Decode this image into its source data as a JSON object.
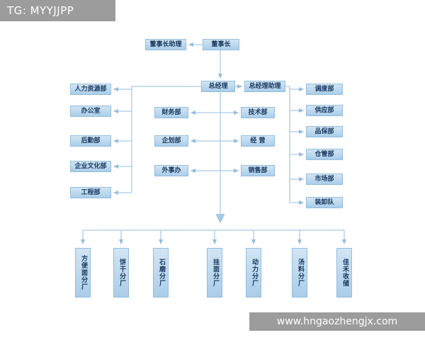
{
  "watermarks": {
    "top_left": "TG: MYYJJPP",
    "bottom_right": "www.hngaozhengjx.com"
  },
  "colors": {
    "node_fill": "#aacde9",
    "node_border": "#93bddd",
    "connector_line": "#a9cbe6",
    "watermark_bg": "#9c9c9c"
  },
  "org": {
    "chairman": "董事长",
    "chairman_assistant": "董事长助理",
    "general_manager": "总经理",
    "gm_assistant": "总经理助理",
    "left": [
      "人力资源部",
      "办公室",
      "后勤部",
      "企业文化部",
      "工程部"
    ],
    "mid_left": [
      "财务部",
      "企划部",
      "外事办"
    ],
    "mid_right": [
      "技术部",
      "经 营",
      "销售部"
    ],
    "right": [
      "调度部",
      "供应部",
      "品保部",
      "仓管部",
      "市场部",
      "装卸队"
    ],
    "factories": [
      "方便面分厂",
      "饼干分厂",
      "石磨分厂",
      "挂面分厂",
      "动力分厂",
      "汤料分厂",
      "佳禾收储"
    ]
  }
}
